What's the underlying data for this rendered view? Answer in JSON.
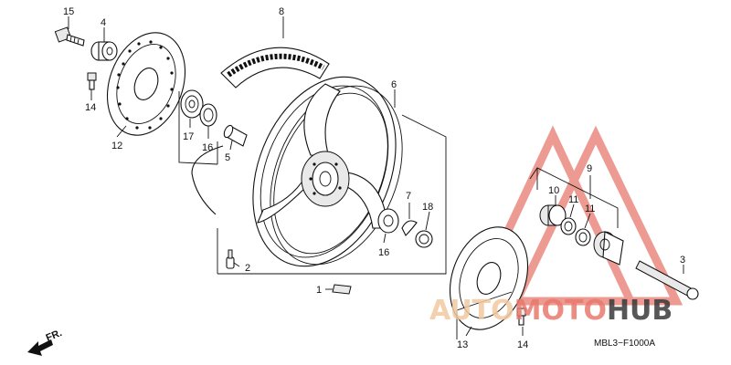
{
  "diagram": {
    "code": "MBL3−F1000A",
    "direction_label": "FR.",
    "labels": [
      {
        "id": "p15",
        "text": "15"
      },
      {
        "id": "p4",
        "text": "4"
      },
      {
        "id": "p14a",
        "text": "14"
      },
      {
        "id": "p12",
        "text": "12"
      },
      {
        "id": "p8",
        "text": "8"
      },
      {
        "id": "p17",
        "text": "17"
      },
      {
        "id": "p16a",
        "text": "16"
      },
      {
        "id": "p5",
        "text": "5"
      },
      {
        "id": "p6",
        "text": "6"
      },
      {
        "id": "p2",
        "text": "2"
      },
      {
        "id": "p1",
        "text": "1"
      },
      {
        "id": "p7",
        "text": "7"
      },
      {
        "id": "p18",
        "text": "18"
      },
      {
        "id": "p16b",
        "text": "16"
      },
      {
        "id": "p9",
        "text": "9"
      },
      {
        "id": "p10",
        "text": "10"
      },
      {
        "id": "p11a",
        "text": "11"
      },
      {
        "id": "p11b",
        "text": "11"
      },
      {
        "id": "p3",
        "text": "3"
      },
      {
        "id": "p13",
        "text": "13"
      },
      {
        "id": "p14b",
        "text": "14"
      }
    ]
  },
  "watermark": {
    "part1": "AUTO",
    "part2": "MOTO",
    "part3": "HUB",
    "color_primary": "#e87a6e",
    "color_dark": "#3a3a3a"
  }
}
